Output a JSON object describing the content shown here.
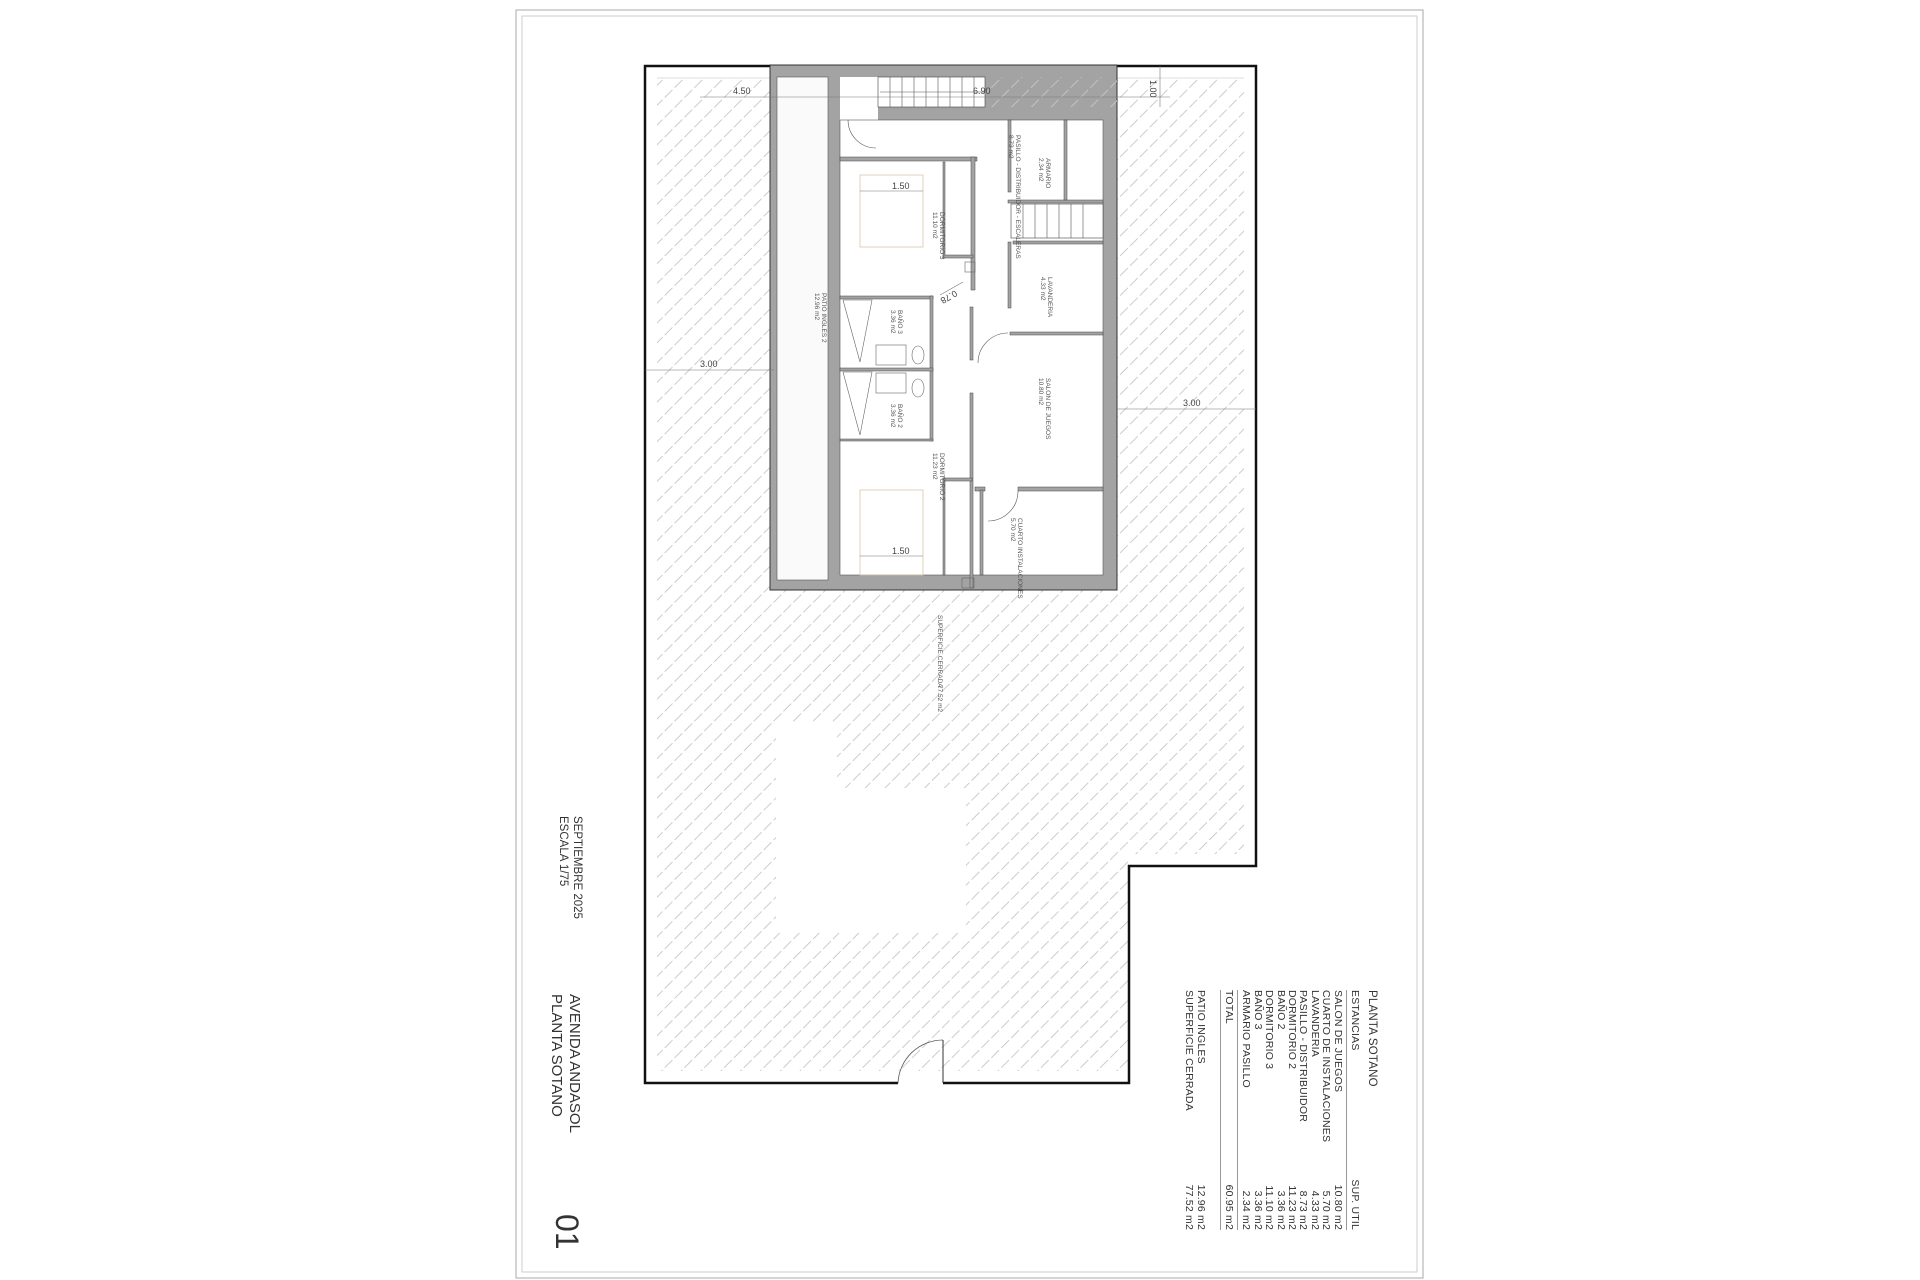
{
  "drawing": {
    "project": "AVENIDA ANDASOL",
    "sheet_title": "PLANTA SOTANO",
    "date": "SEPTIEMBRE 2025",
    "scale": "ESCALA 1/75",
    "sheet_number": "01"
  },
  "rooms": [
    {
      "name": "ARMARIO",
      "area": "2.34 m2"
    },
    {
      "name": "PASILLO - DISTRIBUIDOR - ESCALERAS",
      "area": "8.73 m2"
    },
    {
      "name": "DORMITORIO 3",
      "area": "11.10 m2"
    },
    {
      "name": "LAVANDERIA",
      "area": "4.33 m2"
    },
    {
      "name": "PATIO INGLES 2",
      "area": "12.96 m2"
    },
    {
      "name": "BAÑO 3",
      "area": "3.36 m2"
    },
    {
      "name": "BAÑO 2",
      "area": "3.36 m2"
    },
    {
      "name": "SALON DE JUEGOS",
      "area": "10.80 m2"
    },
    {
      "name": "DORMITORIO 2",
      "area": "11.23 m2"
    },
    {
      "name": "CUARTO INSTALACIONES",
      "area": "5.70 m2"
    },
    {
      "name": "SUPERFICIE CERRADA",
      "area": "77.52 m2"
    }
  ],
  "dimensions": {
    "left_top": "4.50",
    "top_center": "6.90",
    "top_right": "1.00",
    "left_side": "3.00",
    "right_side": "3.00",
    "bed_3": "1.50",
    "bed_2": "1.50",
    "door": "0.78"
  },
  "area_table": {
    "title": "PLANTA SOTANO",
    "col_name": "ESTANCIAS",
    "col_value": "SUP. UTIL",
    "rows": [
      {
        "name": "SALON DE JUEGOS",
        "value": "10.80 m2"
      },
      {
        "name": "CUARTO DE INSTALACIONES",
        "value": "5.70 m2"
      },
      {
        "name": "LAVANDERIA",
        "value": "4.33 m2"
      },
      {
        "name": "PASILLO - DISTRIBUIDOR",
        "value": "8.73 m2"
      },
      {
        "name": "DORMITORIO 2",
        "value": "11.23 m2"
      },
      {
        "name": "BAÑO 2",
        "value": "3.36 m2"
      },
      {
        "name": "DORMITORIO 3",
        "value": "11.10 m2"
      },
      {
        "name": "BAÑO 3",
        "value": "3.36 m2"
      },
      {
        "name": "ARMARIO PASILLO",
        "value": "2.34 m2"
      }
    ],
    "total": {
      "name": "TOTAL",
      "value": "60.95 m2"
    },
    "extra": [
      {
        "name": "PATIO INGLES",
        "value": "12.96 m2"
      },
      {
        "name": "SUPERFICIE CERRADA",
        "value": "77.52 m2"
      }
    ]
  },
  "colors": {
    "wall": "#a3a3a3",
    "hatch": "#c8c8c8",
    "line": "#222222"
  }
}
